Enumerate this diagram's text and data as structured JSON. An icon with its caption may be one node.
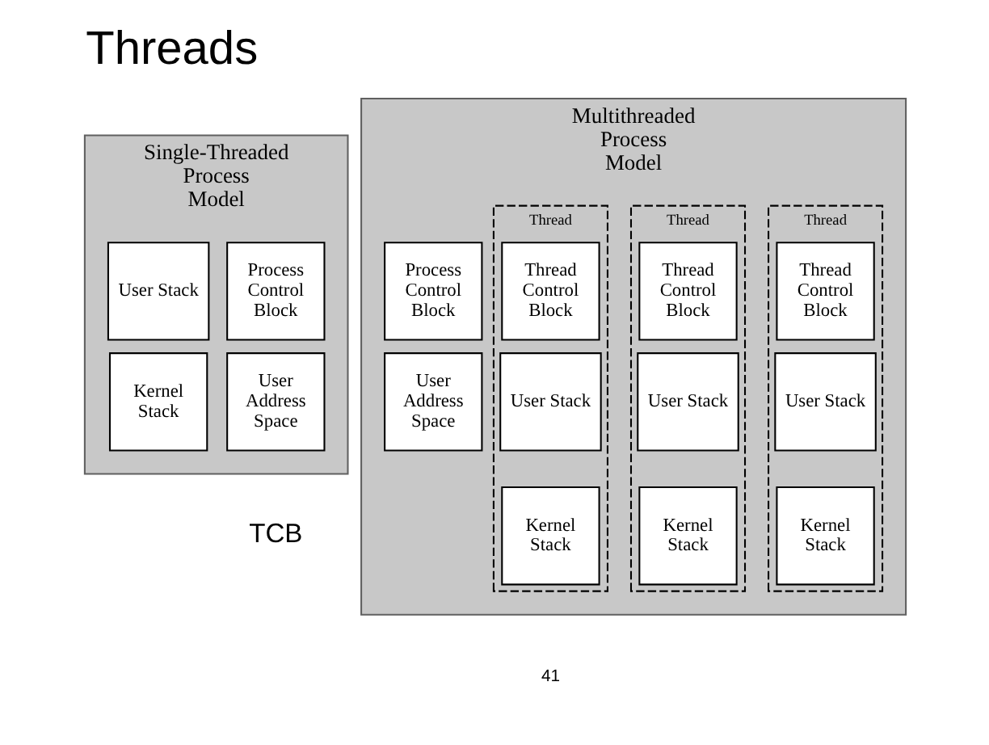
{
  "diagram": {
    "title": "Threads",
    "nodes": [
      {
        "text": [
          "Single-Threaded Process Model"
        ]
      },
      {
        "text": [
          "Process Control Block"
        ],
        "in": 0
      },
      {
        "text": [
          "User Address Space"
        ],
        "in": 0
      },
      {
        "text": [
          "User Stack"
        ],
        "in": 0
      },
      {
        "text": [
          "Kernel Stack"
        ],
        "in": 0
      },
      {
        "text": [
          "Multithreaded Process Model"
        ]
      },
      {
        "text": [
          "Process Control Block"
        ],
        "in": 5
      },
      {
        "text": [
          "User Address Space"
        ],
        "in": 5
      },
      {
        "text": [
          "Thread"
        ],
        "in": 5
      },
      {
        "text": [
          "Thread Control Block"
        ],
        "in": 8
      },
      {
        "text": [
          "User Stack"
        ],
        "in": 8
      },
      {
        "text": [
          "Kernel Stack"
        ],
        "in": 8
      },
      {
        "text": [
          "Thread"
        ],
        "in": 5
      },
      {
        "text": [
          "Thread Control Block"
        ],
        "in": 12
      },
      {
        "text": [
          "User Stack"
        ],
        "in": 12
      },
      {
        "text": [
          "Kernel Stack"
        ],
        "in": 12
      },
      {
        "text": [
          "Thread"
        ],
        "in": 5
      },
      {
        "text": [
          "Thread Control Block"
        ],
        "in": 16
      },
      {
        "text": [
          "User Stack"
        ],
        "in": 16
      },
      {
        "text": [
          "Kernel Stack"
        ],
        "in": 16
      }
    ],
    "labels": [
      "TCB",
      "41"
    ]
  }
}
